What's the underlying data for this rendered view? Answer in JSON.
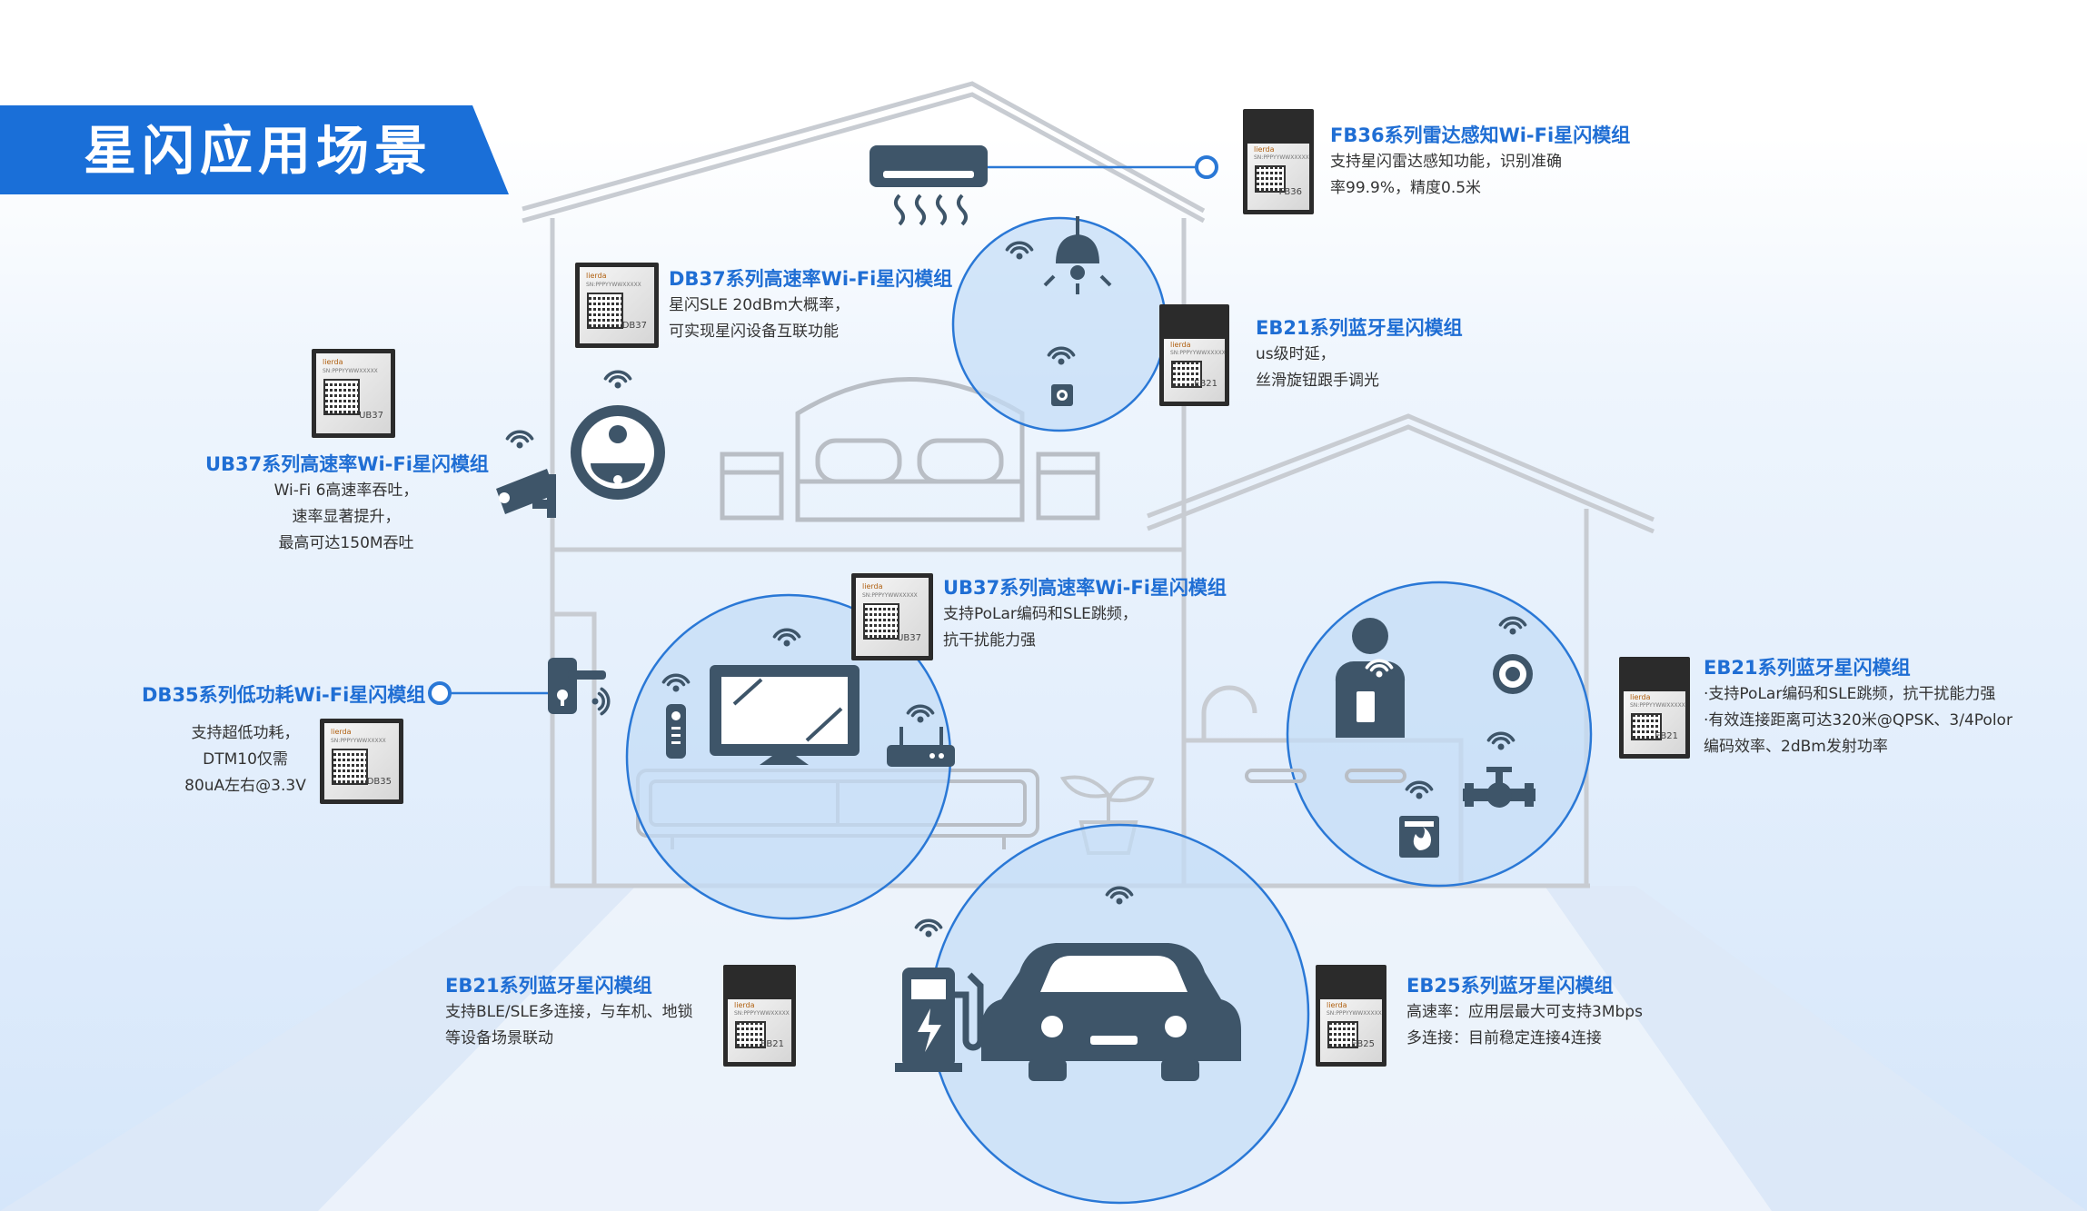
{
  "title": "星闪应用场景",
  "colors": {
    "accent": "#1a6fd8",
    "title_text": "#1f6ed4",
    "body_text": "#333333",
    "circle_fill": "#c4dcf6",
    "circle_stroke": "#2a78d6",
    "icon": "#3e5569",
    "house_line": "#c8ccd2"
  },
  "modules": [
    {
      "title": "FB36系列雷达感知Wi-Fi星闪模组",
      "desc": [
        "支持星闪雷达感知功能，识别准确",
        "率99.9%，精度0.5米"
      ],
      "chip": {
        "brand": "lierda",
        "sn": "SN:PPPYYWWXXXXX",
        "model": "FB36"
      }
    },
    {
      "title": "DB37系列高速率Wi-Fi星闪模组",
      "desc": [
        "星闪SLE 20dBm大概率，",
        "可实现星闪设备互联功能"
      ],
      "chip": {
        "brand": "lierda",
        "sn": "SN:PPPYYWWXXXXX",
        "model": "DB37"
      }
    },
    {
      "title": "EB21系列蓝牙星闪模组",
      "desc": [
        "us级时延，",
        "丝滑旋钮跟手调光"
      ],
      "chip": {
        "brand": "lierda",
        "sn": "SN:PPPYYWWXXXXX",
        "model": "EB21"
      }
    },
    {
      "title": "UB37系列高速率Wi-Fi星闪模组",
      "desc": [
        "Wi-Fi 6高速率吞吐，",
        "速率显著提升，",
        "最高可达150M吞吐"
      ],
      "chip": {
        "brand": "lierda",
        "sn": "SN:PPPYYWWXXXXX",
        "model": "UB37"
      }
    },
    {
      "title": "UB37系列高速率Wi-Fi星闪模组",
      "desc": [
        "支持PoLar编码和SLE跳频，",
        "抗干扰能力强"
      ],
      "chip": {
        "brand": "lierda",
        "sn": "SN:PPPYYWWXXXXX",
        "model": "UB37"
      }
    },
    {
      "title": "DB35系列低功耗Wi-Fi星闪模组",
      "desc": [
        "支持超低功耗，",
        "DTM10仅需",
        "80uA左右@3.3V"
      ],
      "chip": {
        "brand": "lierda",
        "sn": "SN:PPPYYWWXXXXX",
        "model": "DB35"
      }
    },
    {
      "title": "EB21系列蓝牙星闪模组",
      "desc": [
        "·支持PoLar编码和SLE跳频，抗干扰能力强",
        "·有效连接距离可达320米@QPSK、3/4Polor",
        "编码效率、2dBm发射功率"
      ],
      "chip": {
        "brand": "lierda",
        "sn": "SN:PPPYYWWXXXXX",
        "model": "EB21"
      }
    },
    {
      "title": "EB21系列蓝牙星闪模组",
      "desc": [
        "支持BLE/SLE多连接，与车机、地锁",
        "等设备场景联动"
      ],
      "chip": {
        "brand": "lierda",
        "sn": "SN:PPPYYWWXXXXX",
        "model": "EB21"
      }
    },
    {
      "title": "EB25系列蓝牙星闪模组",
      "desc": [
        "高速率：应用层最大可支持3Mbps",
        "多连接：目前稳定连接4连接"
      ],
      "chip": {
        "brand": "lierda",
        "sn": "SN:PPPYYWWXXXXX",
        "model": "EB25"
      }
    }
  ]
}
